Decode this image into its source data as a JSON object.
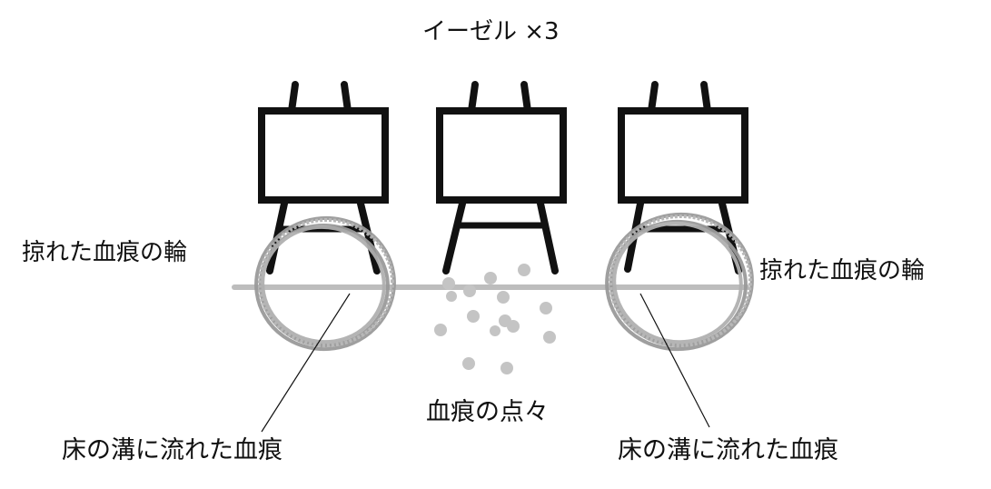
{
  "title": "イーゼル ×3",
  "labels": {
    "smear_left": "掠れた血痕の輪",
    "smear_right": "掠れた血痕の輪",
    "spots": "血痕の点々",
    "groove_left": "床の溝に流れた血痕",
    "groove_right": "床の溝に流れた血痕"
  },
  "colors": {
    "ink": "#111111",
    "blood_gray": "#9a9a9a",
    "groove_gray": "#bdbdbd",
    "spot_gray": "#c4c4c4"
  },
  "easel_count": 3,
  "icons": [
    "easel-icon",
    "blood-ring-icon",
    "blood-spot-icon"
  ]
}
